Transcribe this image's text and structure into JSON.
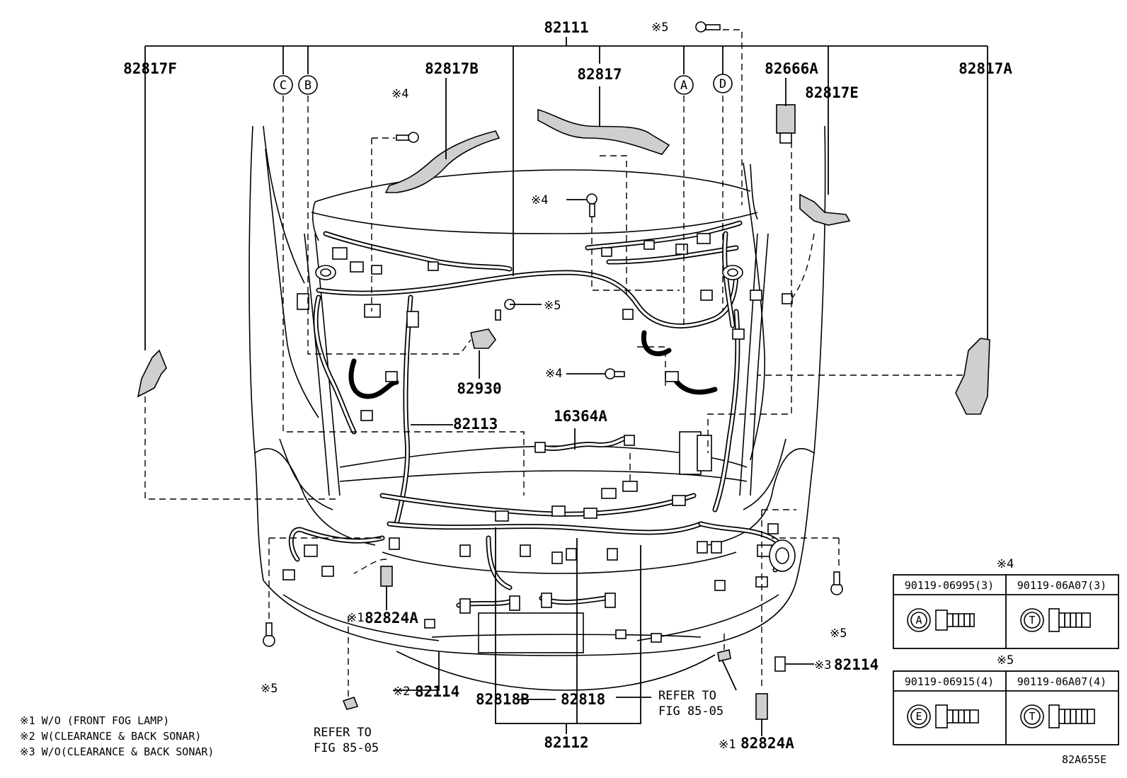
{
  "labels": {
    "p82111": "82111",
    "p82817F": "82817F",
    "p82817B": "82817B",
    "p82817": "82817",
    "p82666A": "82666A",
    "p82817E": "82817E",
    "p82817A": "82817A",
    "p82930": "82930",
    "p82113": "82113",
    "p16364A": "16364A",
    "p82824A_left": "82824A",
    "p82114_left": "82114",
    "p82818B": "82818B",
    "p82818": "82818",
    "p82112": "82112",
    "p82114_right": "82114",
    "p82824A_right": "82824A",
    "diagram_id": "82A655E"
  },
  "marks": {
    "m5_top": "※5",
    "m4_left": "※4",
    "m4_center": "※4",
    "m5_center": "※5",
    "m4_mid": "※4",
    "m1_left": "※1",
    "m5_lowleft": "※5",
    "m2": "※2",
    "m5_lowright": "※5",
    "m3": "※3",
    "m1_right": "※1"
  },
  "circles": {
    "C": "C",
    "B": "B",
    "A": "A",
    "D": "D"
  },
  "refer": {
    "left_line1": "REFER TO",
    "left_line2": "FIG 85-05",
    "right_line1": "REFER TO",
    "right_line2": "FIG 85-05"
  },
  "notes": [
    "※1 W/O (FRONT FOG LAMP)",
    "※2 W(CLEARANCE & BACK SONAR)",
    "※3 W/O(CLEARANCE & BACK SONAR)"
  ],
  "bolt_tables": {
    "t4": {
      "title": "※4",
      "headers": [
        "90119-06995(3)",
        "90119-06A07(3)"
      ],
      "marks": [
        "A",
        "T"
      ]
    },
    "t5": {
      "title": "※5",
      "headers": [
        "90119-06915(4)",
        "90119-06A07(4)"
      ],
      "marks": [
        "E",
        "T"
      ]
    }
  }
}
